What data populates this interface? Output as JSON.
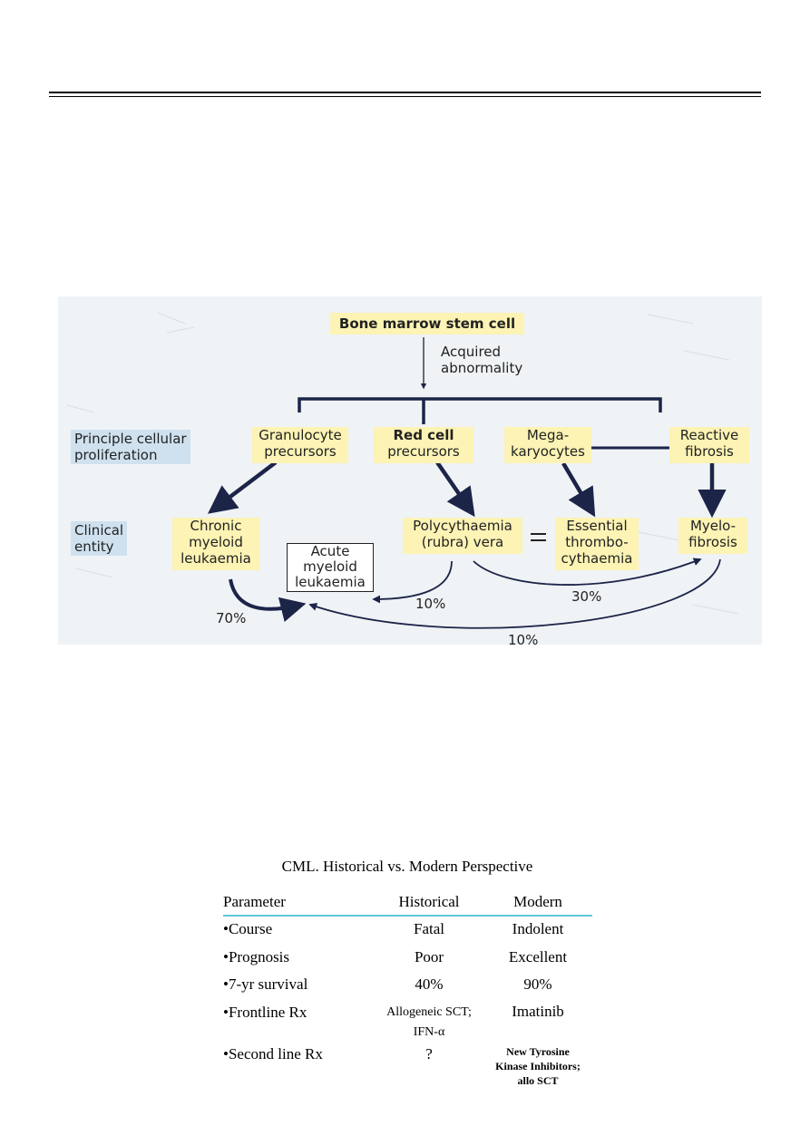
{
  "diagram": {
    "root": "Bone marrow stem cell",
    "acquired": [
      "Acquired",
      "abnormality"
    ],
    "row_label_1": [
      "Principle cellular",
      "proliferation"
    ],
    "row_label_2": [
      "Clinical",
      "entity"
    ],
    "proliferation": {
      "granulocyte": [
        "Granulocyte",
        "precursors"
      ],
      "red_cell": [
        "Red cell",
        "precursors"
      ],
      "megakaryocytes": [
        "Mega-",
        "karyocytes"
      ],
      "reactive_fibrosis": [
        "Reactive",
        "fibrosis"
      ]
    },
    "entities": {
      "cml": [
        "Chronic",
        "myeloid",
        "leukaemia"
      ],
      "aml": [
        "Acute",
        "myeloid",
        "leukaemia"
      ],
      "pv": [
        "Polycythaemia",
        "(rubra) vera"
      ],
      "et": [
        "Essential",
        "thrombo-",
        "cythaemia"
      ],
      "mf": [
        "Myelo-",
        "fibrosis"
      ]
    },
    "equals": "=",
    "percent": {
      "cml_to_aml": "70%",
      "pv_to_aml": "10%",
      "pv_to_mf": "30%",
      "mf_to_aml": "10%"
    }
  },
  "table": {
    "title": "CML. Historical vs. Modern Perspective",
    "headers": [
      "Parameter",
      "Historical",
      "Modern"
    ],
    "rows": [
      {
        "parameter": "•Course",
        "historical": [
          "Fatal"
        ],
        "modern": [
          "Indolent"
        ]
      },
      {
        "parameter": "•Prognosis",
        "historical": [
          "Poor"
        ],
        "modern": [
          "Excellent"
        ]
      },
      {
        "parameter": "•7-yr survival",
        "historical": [
          "40%"
        ],
        "modern": [
          "90%"
        ]
      },
      {
        "parameter": "•Frontline Rx",
        "historical": [
          "Allogeneic SCT;",
          "IFN-α"
        ],
        "modern": [
          "Imatinib"
        ]
      },
      {
        "parameter": "•Second line Rx",
        "historical": [
          "?"
        ],
        "modern": [
          "New Tyrosine",
          "Kinase Inhibitors;",
          "allo SCT"
        ]
      }
    ]
  }
}
